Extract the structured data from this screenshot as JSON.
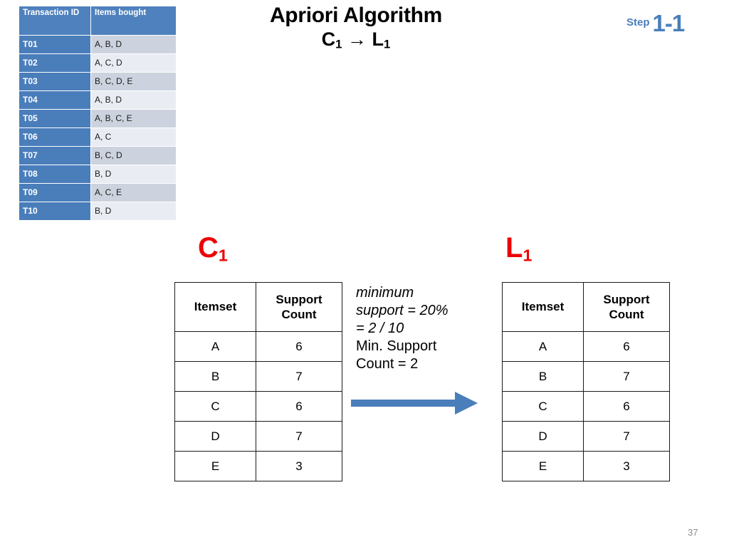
{
  "slide": {
    "number": "37",
    "title": "Apriori Algorithm",
    "subtitle": {
      "from": "C",
      "from_sub": "1",
      "arrow": "→",
      "to": "L",
      "to_sub": "1"
    },
    "step_badge": {
      "word": "Step",
      "number": "1-1",
      "color": "#4a7ebb"
    }
  },
  "transaction_table": {
    "name": "transactions",
    "headers": [
      "Transaction ID",
      "Items bought"
    ],
    "rows": [
      {
        "tid": "T01",
        "items": "A, B, D"
      },
      {
        "tid": "T02",
        "items": "A, C, D"
      },
      {
        "tid": "T03",
        "items": "B, C, D, E"
      },
      {
        "tid": "T04",
        "items": "A, B, D"
      },
      {
        "tid": "T05",
        "items": "A, B, C, E"
      },
      {
        "tid": "T06",
        "items": "A, C"
      },
      {
        "tid": "T07",
        "items": "B, C, D"
      },
      {
        "tid": "T08",
        "items": "B, D"
      },
      {
        "tid": "T09",
        "items": "A, C, E"
      },
      {
        "tid": "T10",
        "items": "B, D"
      }
    ],
    "colors": {
      "header_bg": "#4e81bd",
      "id_bg": "#4a7ebb",
      "row_bg": "#ccd3de",
      "row_bg_alt": "#e9edf3"
    }
  },
  "c1": {
    "label": "C",
    "label_sub": "1",
    "label_color": "#ee0000",
    "headers": [
      "Itemset",
      "Support Count"
    ],
    "header_count_line1": "Support",
    "header_count_line2": "Count",
    "rows": [
      {
        "itemset": "A",
        "count": "6"
      },
      {
        "itemset": "B",
        "count": "7"
      },
      {
        "itemset": "C",
        "count": "6"
      },
      {
        "itemset": "D",
        "count": "7"
      },
      {
        "itemset": "E",
        "count": "3"
      }
    ]
  },
  "l1": {
    "label": "L",
    "label_sub": "1",
    "label_color": "#ee0000",
    "headers": [
      "Itemset",
      "Support Count"
    ],
    "header_count_line1": "Support",
    "header_count_line2": "Count",
    "rows": [
      {
        "itemset": "A",
        "count": "6"
      },
      {
        "itemset": "B",
        "count": "7"
      },
      {
        "itemset": "C",
        "count": "6"
      },
      {
        "itemset": "D",
        "count": "7"
      },
      {
        "itemset": "E",
        "count": "3"
      }
    ]
  },
  "note": {
    "line1": "minimum",
    "line2": "support = 20%",
    "line3": "= 2 / 10",
    "line4": "Min. Support",
    "line5": "Count = 2"
  },
  "arrow": {
    "color": "#4a7ebb"
  }
}
